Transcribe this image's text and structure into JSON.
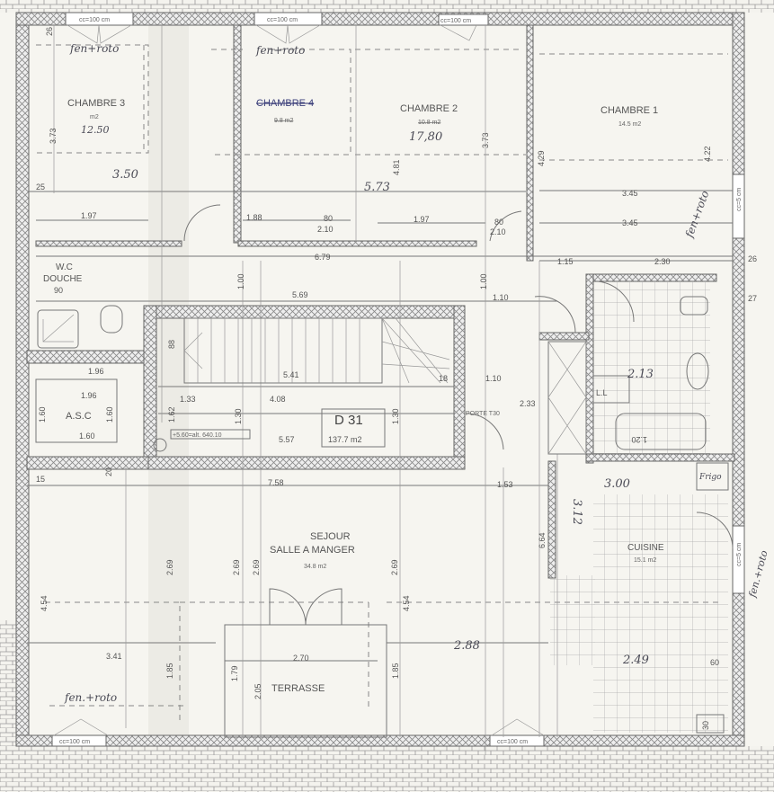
{
  "plan": {
    "unit_code": "D 31",
    "unit_area": "137.7 m2",
    "level": "+5.60=alt. 640.10",
    "window_label": "cc=100 cm",
    "window_label_side": "cc=5 cm"
  },
  "rooms": {
    "chambre3": {
      "name": "CHAMBRE 3",
      "area": "m2",
      "area_handwritten": "12.50",
      "note": "fen+roto"
    },
    "chambre4": {
      "name": "CHAMBRE 4",
      "area": "9.8 m2",
      "note": "fen+roto"
    },
    "chambre2": {
      "name": "CHAMBRE 2",
      "area": "10.8 m2",
      "area_handwritten": "17,80"
    },
    "chambre1": {
      "name": "CHAMBRE 1",
      "area": "14.5 m2",
      "note": "fen+roto"
    },
    "wc": {
      "name": "W.C"
    },
    "douche": {
      "name": "DOUCHE"
    },
    "asc": {
      "name": "A.S.C"
    },
    "sejour": {
      "name": "SEJOUR",
      "name2": "SALLE A MANGER",
      "area": "34.8 m2",
      "note": "fen.+roto"
    },
    "terrasse": {
      "name": "TERRASSE"
    },
    "cuisine": {
      "name": "CUISINE",
      "area": "15.1 m2",
      "note": "fen.+roto"
    },
    "porte": {
      "name": "PORTE T30"
    },
    "frigo": {
      "name": "Frigo"
    },
    "ll": {
      "name": "L.L"
    }
  },
  "handwritten": {
    "h350": "3.50",
    "h573": "5.73",
    "h300": "3.00",
    "h312": "3.12",
    "h213": "2.13",
    "h288": "2.88",
    "h249": "2.49"
  },
  "dimensions": {
    "d373a": "3.73",
    "d26a": "26",
    "d25": "25",
    "d197a": "1.97",
    "d188": "1.88",
    "d80a": "80",
    "d210a": "2.10",
    "d197b": "1.97",
    "d80b": "80",
    "d210b": "2.10",
    "d679": "6.79",
    "d569": "5.69",
    "d345a": "3.45",
    "d345b": "3.45",
    "d115a": "1.15",
    "d230": "2.30",
    "d429": "4.29",
    "d422": "4.22",
    "d481": "4.81",
    "d373b": "3.73",
    "d100a": "1.00",
    "d100b": "1.00",
    "d110a": "1.10",
    "d110b": "1.10",
    "d541": "5.41",
    "d408": "4.08",
    "d557": "5.57",
    "d133": "1.33",
    "d162": "1.62",
    "d196a": "1.96",
    "d196b": "1.96",
    "d160a": "1.60",
    "d160b": "1.60",
    "d160c": "1.60",
    "d88": "88",
    "d130a": "1.30",
    "d130b": "1.30",
    "d233": "2.33",
    "d758": "7.58",
    "d153": "1.53",
    "d269a": "2.69",
    "d269b": "2.69",
    "d269c": "2.69",
    "d269d": "2.69",
    "d454a": "4.54",
    "d454b": "4.54",
    "d341": "3.41",
    "d270": "2.70",
    "d185a": "1.85",
    "d185b": "1.85",
    "d179": "1.79",
    "d205": "2.05",
    "d664": "6.64",
    "d120": "1.20",
    "d90": "90",
    "d30": "30",
    "d60": "60",
    "d27": "27",
    "d26b": "26",
    "d18": "18",
    "d20": "20",
    "d15": "15"
  }
}
